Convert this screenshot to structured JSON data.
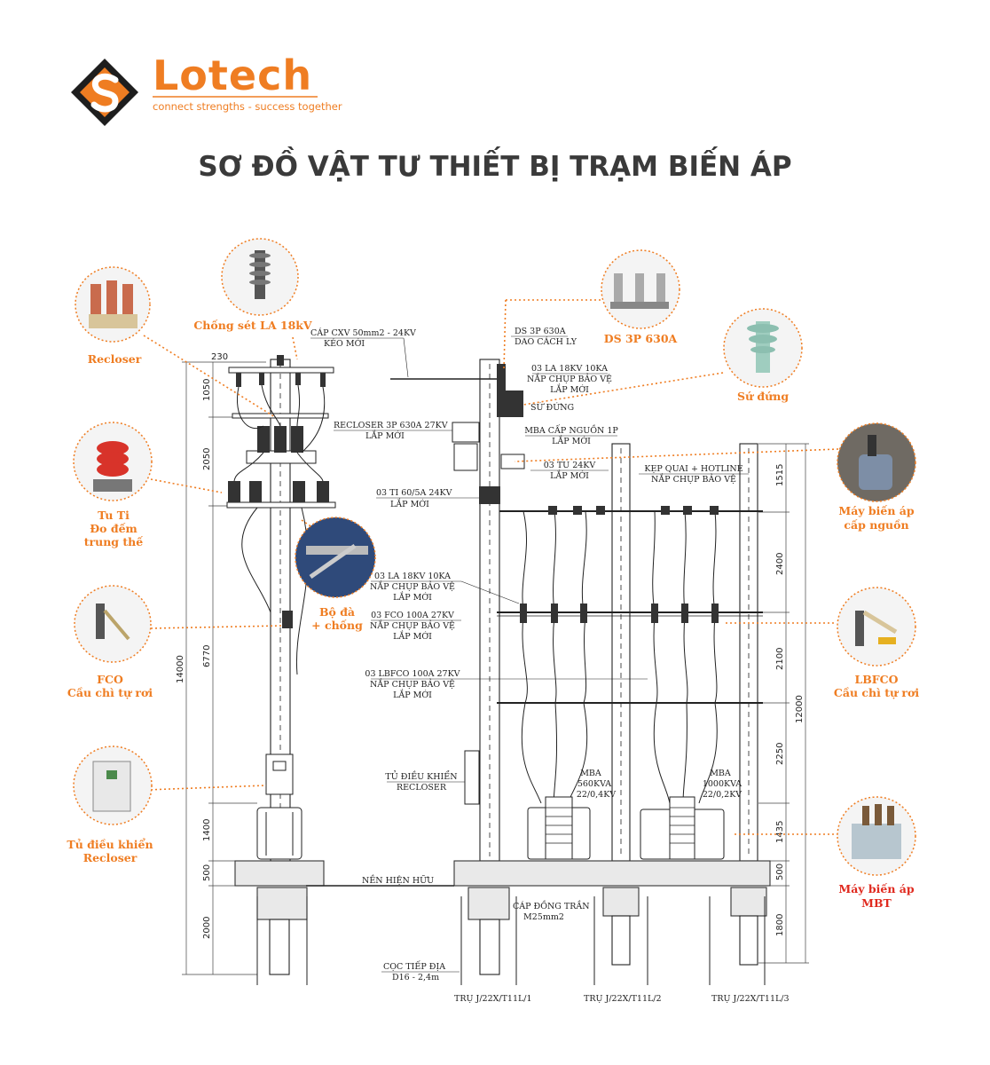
{
  "brand": {
    "name": "Lotech",
    "tagline": "connect strengths - success together",
    "accent": "#ef7d22"
  },
  "title": "SƠ ĐỒ VẬT TƯ THIẾT BỊ TRẠM BIẾN ÁP",
  "callouts": {
    "la": "Chống sét LA 18kV",
    "recloser": "Recloser",
    "tuti": [
      "Tu Ti",
      "Đo đếm",
      "trung thế"
    ],
    "boda": [
      "Bộ đà",
      "+ chống"
    ],
    "fco": [
      "FCO",
      "Cầu chì tự rơi"
    ],
    "tudk": [
      "Tủ điều khiển",
      "Recloser"
    ],
    "ds": "DS 3P 630A",
    "sudung": "Sứ đứng",
    "mbacn": [
      "Máy biến áp",
      "cấp nguồn"
    ],
    "lbfco": [
      "LBFCO",
      "Cầu chì tự rơi"
    ],
    "mbt": [
      "Máy biến áp",
      "MBT"
    ]
  },
  "notes": {
    "cap_cxv": [
      "CÁP CXV 50mm2 - 24KV",
      "KÉO MỚI"
    ],
    "recloser3p": [
      "RECLOSER 3P 630A 27KV",
      "LẮP MỚI"
    ],
    "ds3p": [
      "DS 3P 630A",
      "DAO CÁCH LY"
    ],
    "la3": [
      "03 LA 18KV 10KA",
      "NẮP CHỤP BẢO VỆ",
      "LẮP MỚI"
    ],
    "sudung": "SỨ ĐỨNG",
    "mbacn": [
      "MBA CẤP NGUỒN 1P",
      "LẮP MỚI"
    ],
    "tu24": [
      "03 TU 24KV",
      "LẮP MỚI"
    ],
    "kep": [
      "KẸP QUAI + HOTLINE",
      "NẮP CHỤP BẢO VỆ"
    ],
    "ti": [
      "03 TI 60/5A 24KV",
      "LẮP MỚI"
    ],
    "la3b": [
      "03 LA 18KV 10KA",
      "NẮP CHỤP BẢO VỆ",
      "LẮP MỚI"
    ],
    "fco3": [
      "03 FCO 100A 27KV",
      "NẮP CHỤP BẢO VỆ",
      "LẮP MỚI"
    ],
    "lbfco3": [
      "03 LBFCO 100A 27KV",
      "NẮP CHỤP BẢO VỆ",
      "LẮP MỚI"
    ],
    "tudk": [
      "TỦ ĐIỀU KHIỂN",
      "RECLOSER"
    ],
    "mba560": [
      "MBA",
      "560KVA",
      "22/0,4KV"
    ],
    "mba1000": [
      "MBA",
      "1000KVA",
      "22/0,2KV"
    ],
    "nen": "NỀN HIỆN HỮU",
    "capdong": [
      "CÁP ĐỒNG TRẦN",
      "M25mm2"
    ],
    "coc": [
      "CỌC TIẾP ĐỊA",
      "D16 - 2,4m"
    ],
    "tru1": "TRỤ J/22X/T11L/1",
    "tru2": "TRỤ J/22X/T11L/2",
    "tru3": "TRỤ J/22X/T11L/3"
  },
  "dims_left": [
    "230",
    "1050",
    "2050",
    "6770",
    "14000",
    "1400",
    "500",
    "2000"
  ],
  "dims_right": [
    "1515",
    "2400",
    "2100",
    "2250",
    "12000",
    "1435",
    "500",
    "1800"
  ]
}
